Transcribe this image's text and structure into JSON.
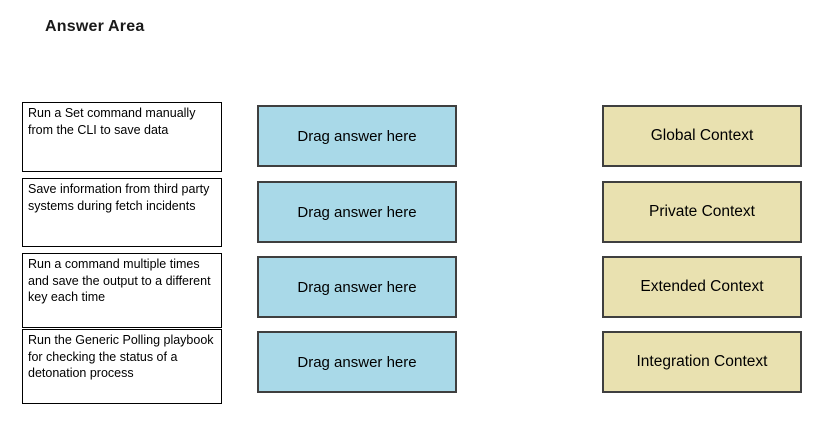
{
  "title": "Answer Area",
  "colors": {
    "drop_zone_bg": "#a9d9e8",
    "target_bg": "#e9e1b0"
  },
  "rows": [
    {
      "description": "Run a Set command manually from the CLI to save data",
      "drop_label": "Drag answer here",
      "target": "Global Context"
    },
    {
      "description": "Save information from third party systems during fetch incidents",
      "drop_label": "Drag answer here",
      "target": "Private Context"
    },
    {
      "description": "Run a command multiple times and save the output to a different key each time",
      "drop_label": "Drag answer here",
      "target": "Extended Context"
    },
    {
      "description": "Run the Generic Polling playbook for checking the status of a detonation process",
      "drop_label": "Drag answer here",
      "target": "Integration Context"
    }
  ]
}
